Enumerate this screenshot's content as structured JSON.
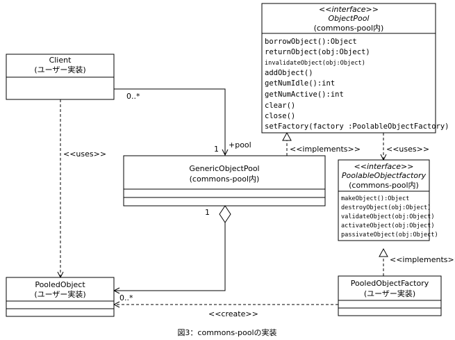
{
  "classes": {
    "client": {
      "name": "Client",
      "note": "(ユーザー実装)"
    },
    "object_pool": {
      "stereotype": "<<interface>>",
      "name": "ObjectPool",
      "note": "(commons-pool内)",
      "operations": [
        "borrowObject():Object",
        "returnObject(obj:Object)",
        "invalidateObject(obj:Object)",
        "addObject()",
        "getNumIdle():int",
        "getNumActive():int",
        "clear()",
        "close()",
        "setFactory(factory :PoolableObjectFactory)"
      ]
    },
    "generic_object_pool": {
      "name": "GenericObjectPool",
      "note": "(commons-pool内)"
    },
    "poolable_object_factory": {
      "stereotype": "<<interface>>",
      "name": "PoolableObjectfactory",
      "note": "(commons-pool内)",
      "operations": [
        "makeObject():Object",
        "destroyObject(obj:Object)",
        "validateObject(obj:Object)",
        "activateObject(obj:Object)",
        "passivateObject(obj:Object)"
      ]
    },
    "pooled_object": {
      "name": "PooledObject",
      "note": "(ユーザー実装)"
    },
    "pooled_object_factory": {
      "name": "PooledObjectFactory",
      "note": "(ユーザー実装)"
    }
  },
  "relations": {
    "client_pool_mult_source": "0..*",
    "client_pool_mult_target": "1",
    "client_pool_role": "+pool",
    "implements_pool": "<<implements>>",
    "uses_factory": "<<uses>>",
    "client_uses": "<<uses>>",
    "aggregation_mult_source": "1",
    "aggregation_mult_target": "0..*",
    "implements_factory": "<<implements>>",
    "create": "<<create>>"
  },
  "caption": "図3：commons-poolの実装"
}
